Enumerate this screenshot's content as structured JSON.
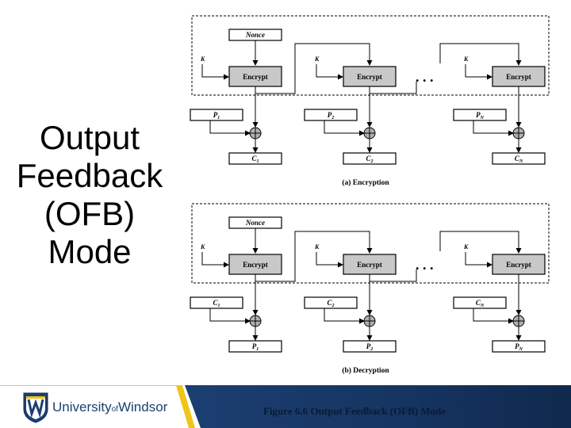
{
  "title_lines": [
    "Output",
    "Feedback",
    "(OFB)",
    "Mode"
  ],
  "encryption": {
    "nonce": "Nonce",
    "key": "K",
    "encrypt": "Encrypt",
    "inputs": [
      "P",
      "P",
      "P"
    ],
    "input_subs": [
      "1",
      "2",
      "N"
    ],
    "outputs": [
      "C",
      "C",
      "C"
    ],
    "output_subs": [
      "1",
      "2",
      "N"
    ],
    "caption": "(a) Encryption"
  },
  "decryption": {
    "nonce": "Nonce",
    "key": "K",
    "encrypt": "Encrypt",
    "inputs": [
      "C",
      "C",
      "C"
    ],
    "input_subs": [
      "1",
      "2",
      "N"
    ],
    "outputs": [
      "P",
      "P",
      "P"
    ],
    "output_subs": [
      "1",
      "2",
      "N"
    ],
    "caption": "(b) Decryption"
  },
  "ellipsis": ". . .",
  "footer": {
    "university": "University",
    "of": "of",
    "windsor": "Windsor",
    "figure_caption": "Figure 6.6  Output Feedback (OFB) Mode"
  },
  "colors": {
    "brand_blue": "#1c3f72",
    "brand_gold": "#f0c419",
    "encrypt_fill": "#c8c8c8"
  }
}
